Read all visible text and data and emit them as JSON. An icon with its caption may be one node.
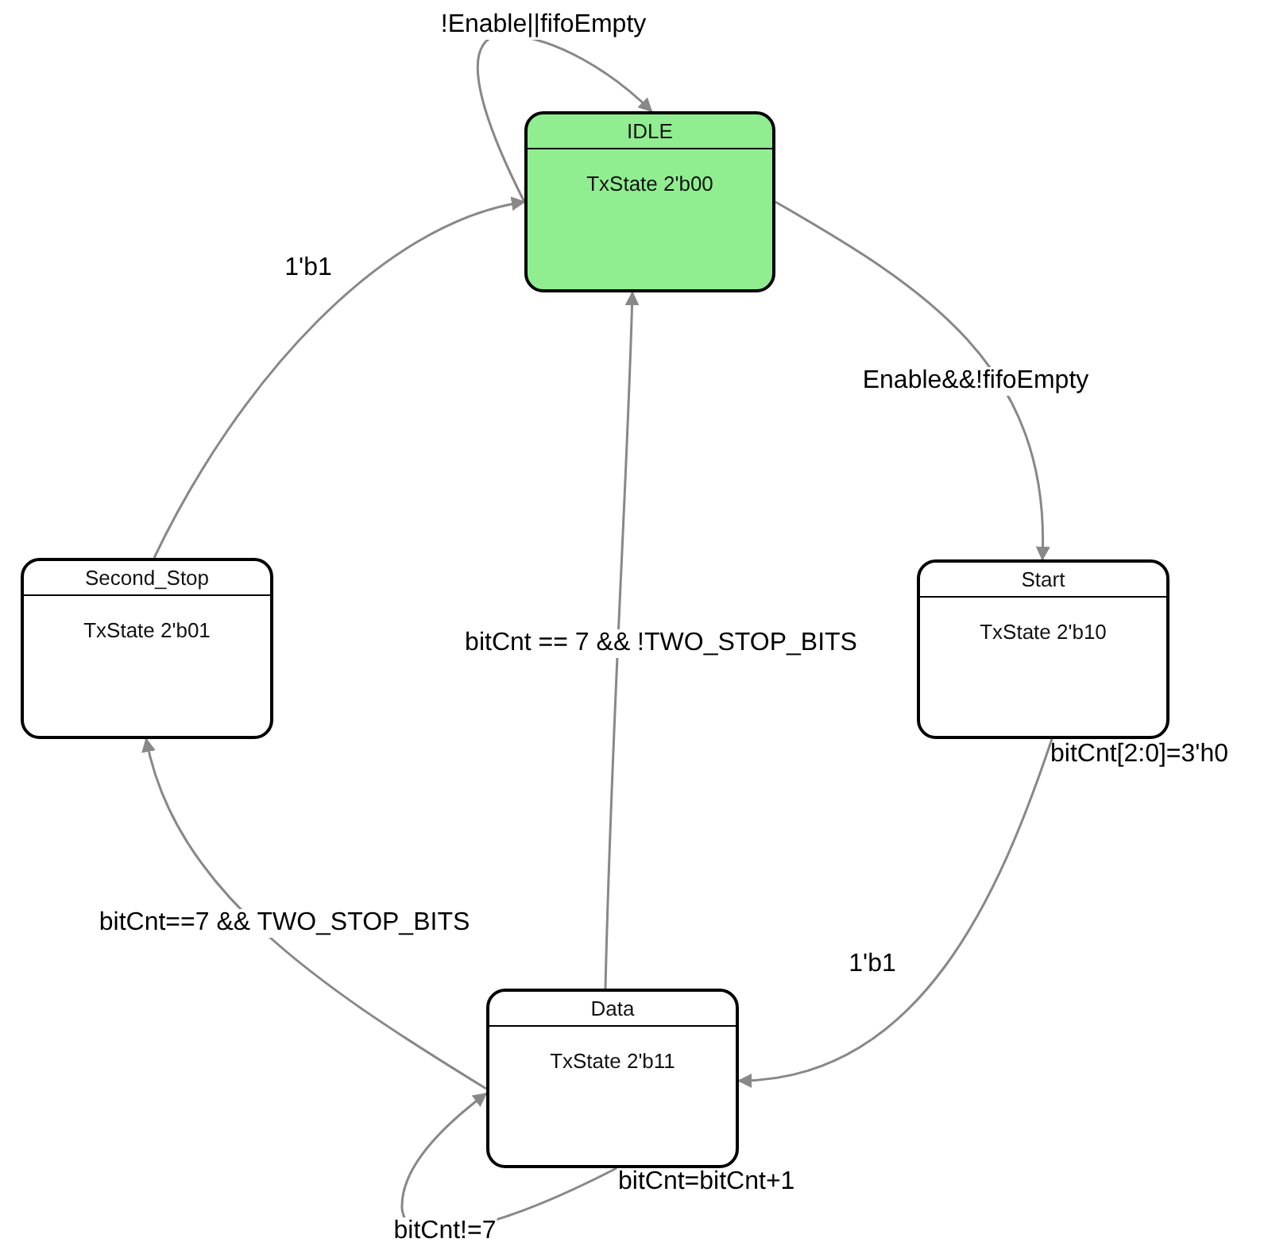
{
  "diagram": {
    "nodes": [
      {
        "text": [
          "IDLE",
          "TxState 2'b00"
        ]
      },
      {
        "text": [
          "Start",
          "TxState 2'b10"
        ]
      },
      {
        "text": [
          "Data",
          "TxState 2'b11"
        ]
      },
      {
        "text": [
          "Second_Stop",
          "TxState 2'b01"
        ]
      }
    ],
    "edges": [
      {
        "from": 0,
        "to": 0,
        "arrow": "to",
        "label": "!Enable||fifoEmpty"
      },
      {
        "from": 0,
        "to": 1,
        "arrow": "to",
        "label": "Enable&&!fifoEmpty"
      },
      {
        "from": 1,
        "to": 2,
        "arrow": "to",
        "label": "1'b1"
      },
      {
        "from": 2,
        "to": 0,
        "arrow": "to",
        "label": "bitCnt == 7 && !TWO_STOP_BITS"
      },
      {
        "from": 2,
        "to": 3,
        "arrow": "to",
        "label": "bitCnt==7 && TWO_STOP_BITS"
      },
      {
        "from": 2,
        "to": 2,
        "arrow": "to",
        "label": "bitCnt!=7"
      },
      {
        "from": 3,
        "to": 0,
        "arrow": "to",
        "label": "1'b1"
      }
    ],
    "labels": [
      "bitCnt[2:0]=3'h0",
      "bitCnt=bitCnt+1"
    ]
  }
}
